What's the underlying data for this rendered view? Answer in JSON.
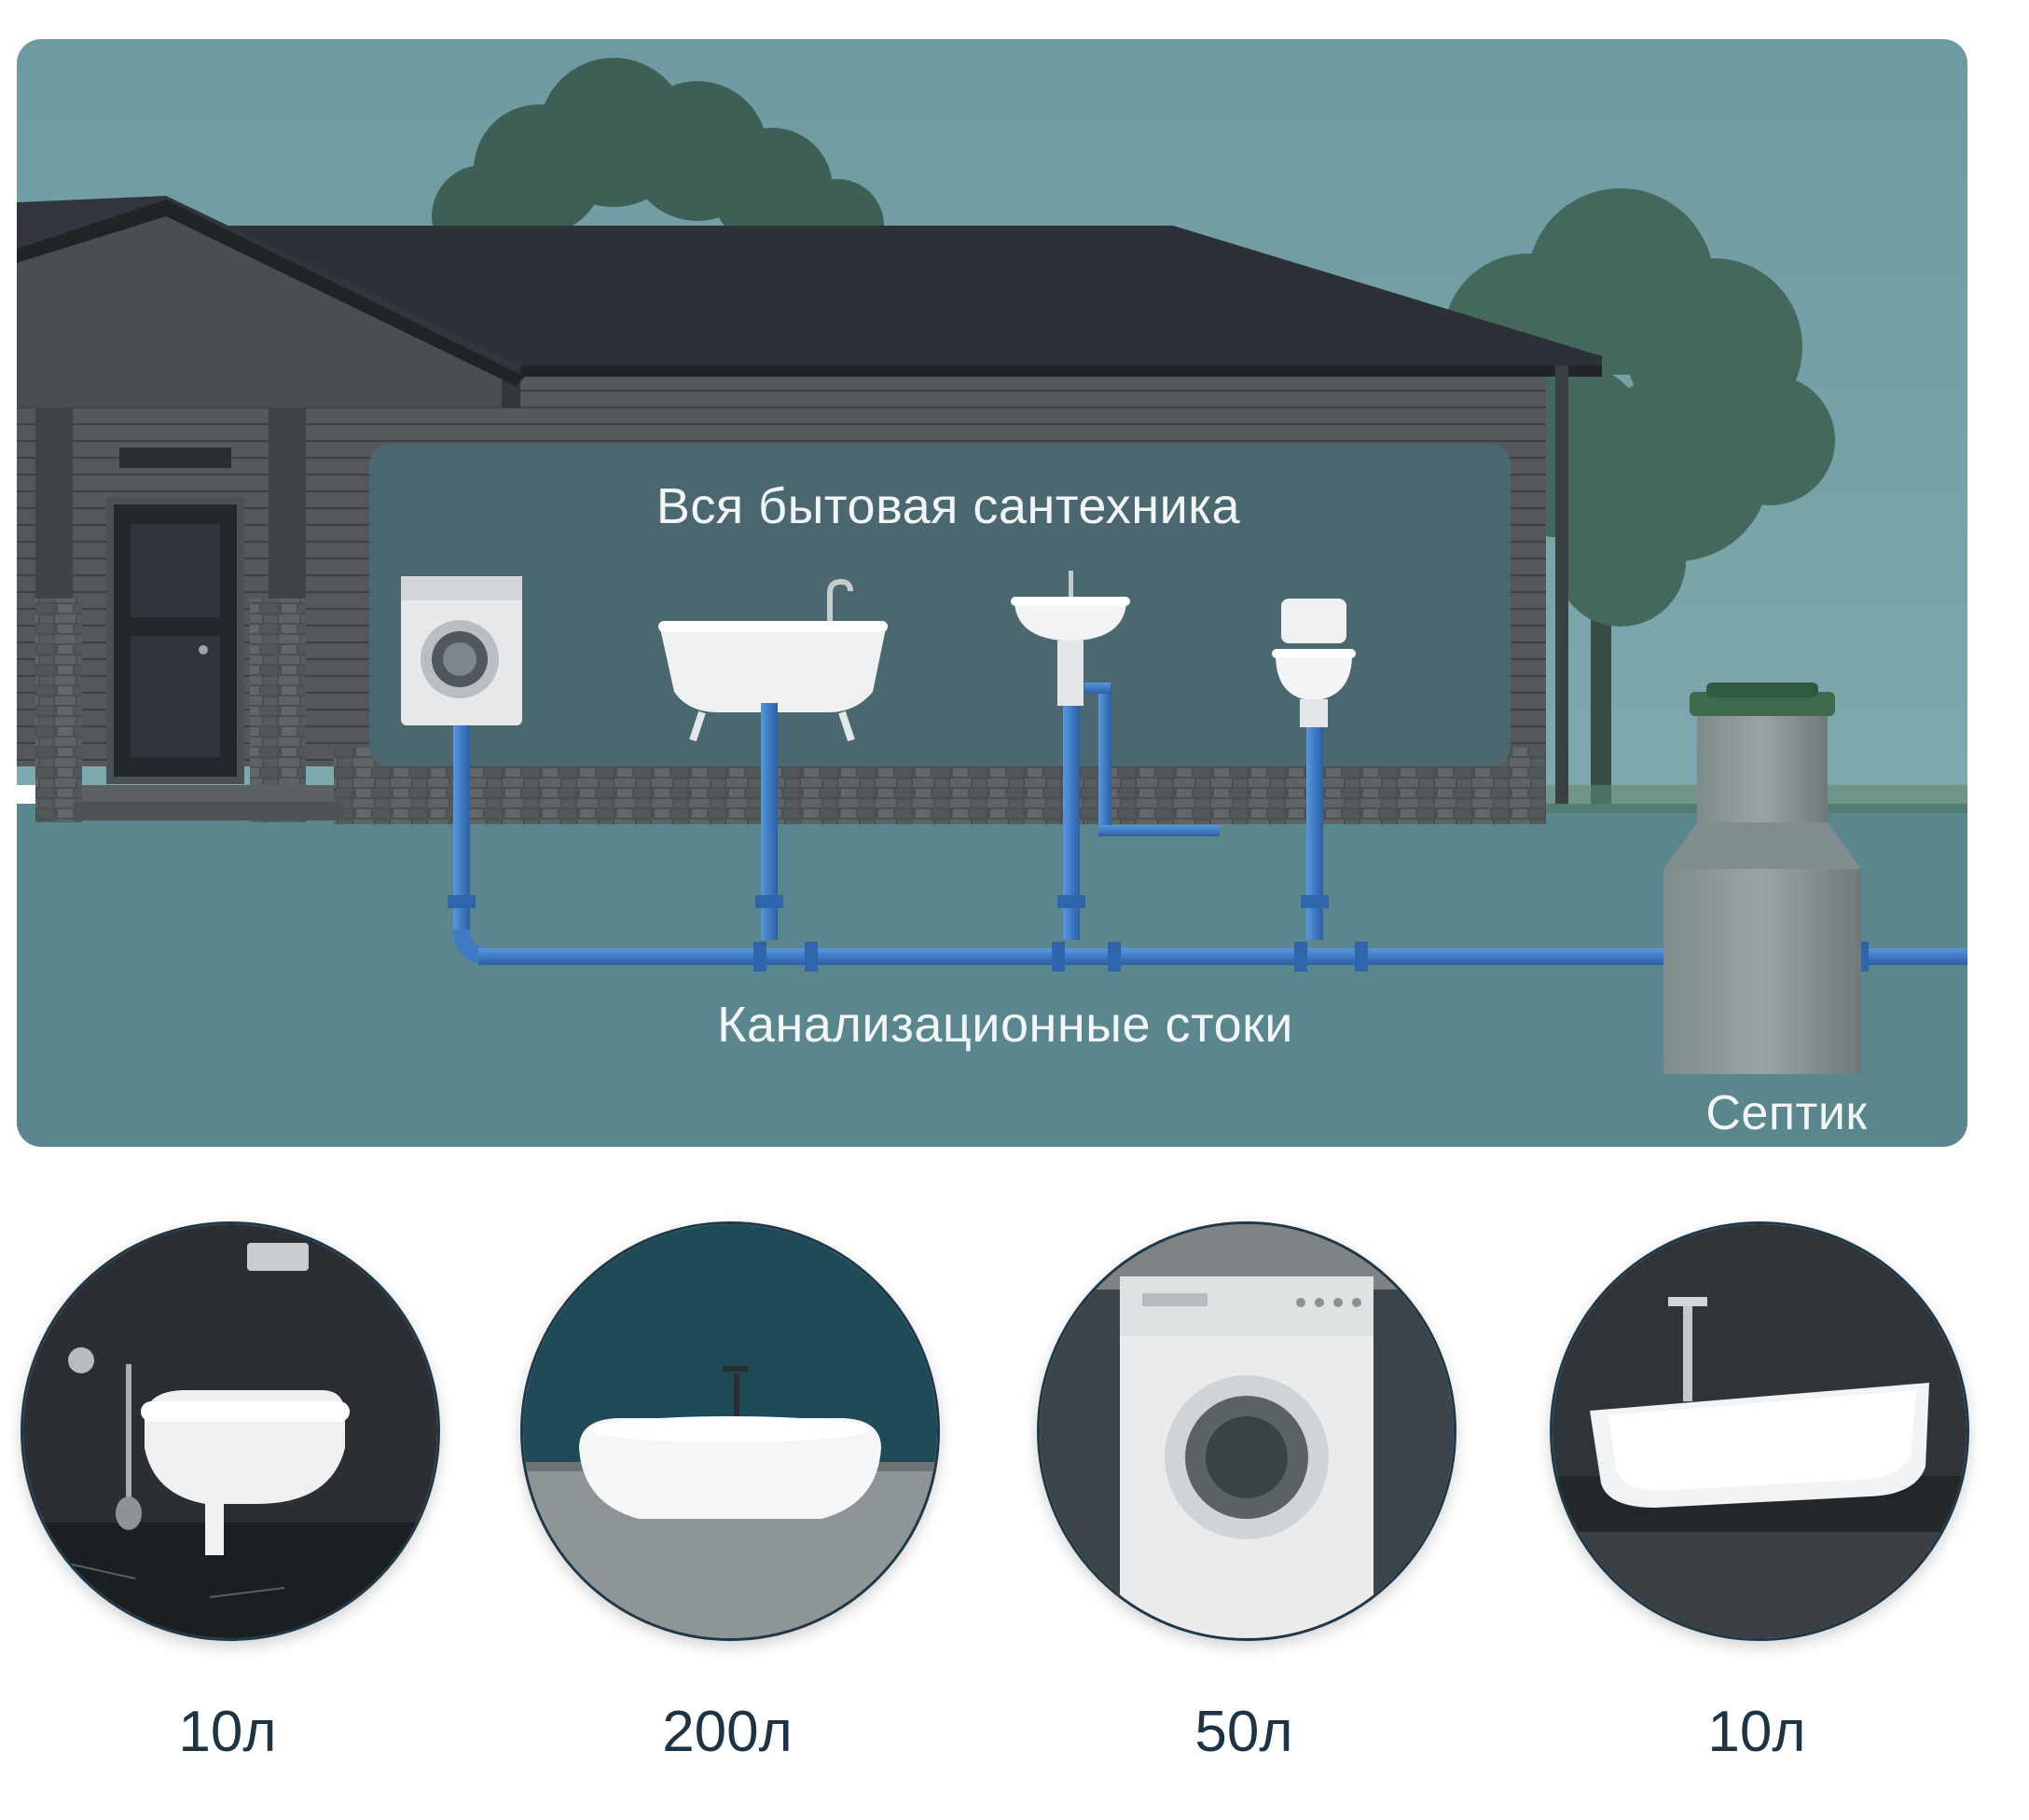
{
  "scene": {
    "fixtures_title": "Вся бытовая сантехника",
    "sewage_label": "Канализационные стоки",
    "septic_label": "Септик",
    "colors": {
      "sky": "#6f9aa2",
      "ground": "#5a868e",
      "pipe": "#3f7bc4",
      "house_wall": "#4a4e51",
      "roof": "#2b3136",
      "inner_panel": "#4b6872"
    }
  },
  "fixtures": [
    {
      "name": "toilet",
      "icon": "toilet-icon",
      "volume": "10л"
    },
    {
      "name": "bathtub",
      "icon": "bathtub-icon",
      "volume": "200л"
    },
    {
      "name": "washing-machine",
      "icon": "washing-machine-icon",
      "volume": "50л"
    },
    {
      "name": "sink",
      "icon": "sink-icon",
      "volume": "10л"
    }
  ]
}
